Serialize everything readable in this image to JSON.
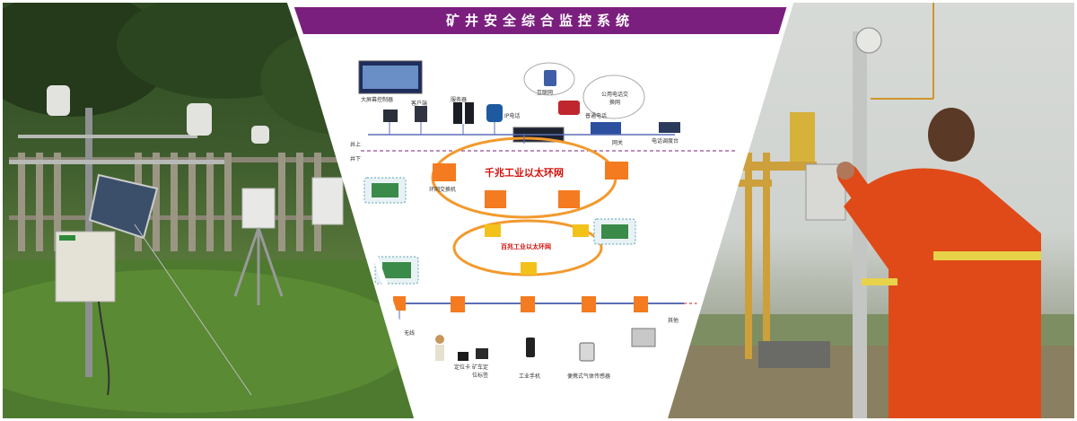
{
  "title": "矿井安全综合监控系统",
  "colors": {
    "title_bg": "#7b1f7e",
    "ring": "#f29a2e",
    "ring_text": "#d2120c",
    "node": "#f47b20",
    "node_yellow": "#f3c21a",
    "link_blue": "#5b6fb5"
  },
  "surface": {
    "big_screen": "大屏幕控制器",
    "client": "客户端",
    "server": "服务器",
    "ip_phone": "IP电话",
    "internet": "互联网",
    "pstn": "公用电话交换网",
    "normal_phone": "普通电话",
    "gateway": "网关",
    "dispatch": "电话调度台",
    "above": "井上",
    "below": "井下"
  },
  "rings": {
    "gigabit": "千兆工业以太环网",
    "hundred": "百兆工业以太环网"
  },
  "devices": {
    "ring_switch": "环网交换机",
    "wireless": "无线",
    "locator_card": "定位卡",
    "miner_lamp": "矿车定位标签",
    "industrial_phone": "工业手机",
    "gas_sensor": "便携式气体传感器",
    "other": "其他"
  }
}
